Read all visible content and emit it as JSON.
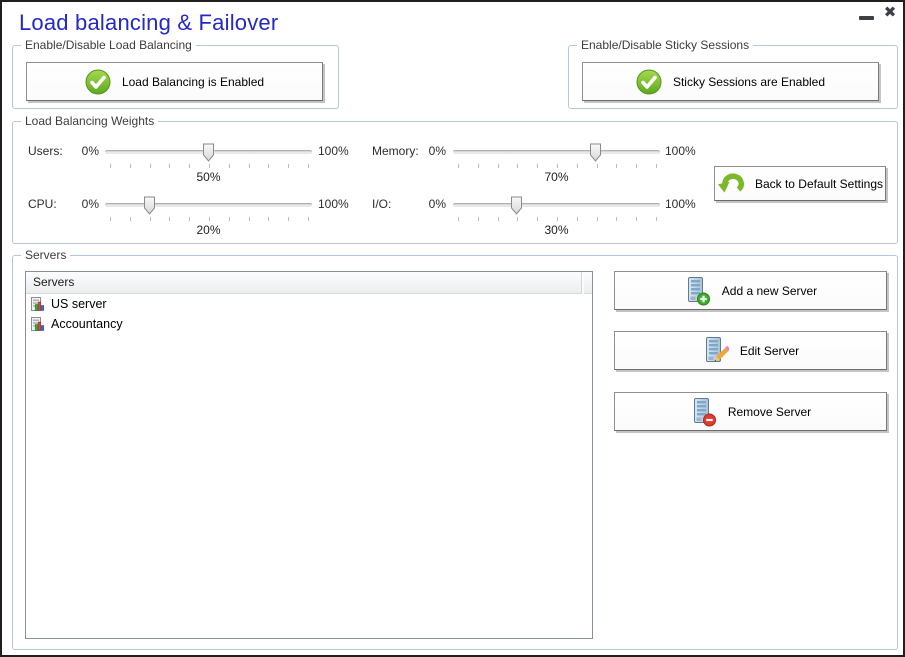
{
  "window": {
    "title": "Load balancing & Failover",
    "close_glyph": "✖"
  },
  "load_balancing": {
    "group_label": "Enable/Disable Load Balancing",
    "button_label": "Load Balancing is Enabled"
  },
  "sticky_sessions": {
    "group_label": "Enable/Disable Sticky Sessions",
    "button_label": "Sticky Sessions are Enabled"
  },
  "weights": {
    "group_label": "Load Balancing Weights",
    "back_button_label": "Back to Default Settings",
    "sliders": [
      {
        "label": "Users:",
        "min": "0%",
        "max": "100%",
        "value": "50%",
        "percent": 50
      },
      {
        "label": "Memory:",
        "min": "0%",
        "max": "100%",
        "value": "70%",
        "percent": 70
      },
      {
        "label": "CPU:",
        "min": "0%",
        "max": "100%",
        "value": "20%",
        "percent": 20
      },
      {
        "label": "I/O:",
        "min": "0%",
        "max": "100%",
        "value": "30%",
        "percent": 30
      }
    ]
  },
  "servers": {
    "group_label": "Servers",
    "column_header": "Servers",
    "items": [
      {
        "label": "US server"
      },
      {
        "label": "Accountancy"
      }
    ],
    "buttons": {
      "add": {
        "label": "Add a new Server"
      },
      "edit": {
        "label": "Edit Server"
      },
      "remove": {
        "label": "Remove Server"
      }
    }
  },
  "colors": {
    "title_blue": "#2428c4",
    "group_border_blue": "#b5c7dd",
    "enabled_green": "#76c043",
    "back_arrow_green": "#7cb829",
    "add_badge_green": "#3fae29",
    "remove_badge_red": "#e23b2e",
    "edit_pencil_orange": "#f0a830"
  }
}
